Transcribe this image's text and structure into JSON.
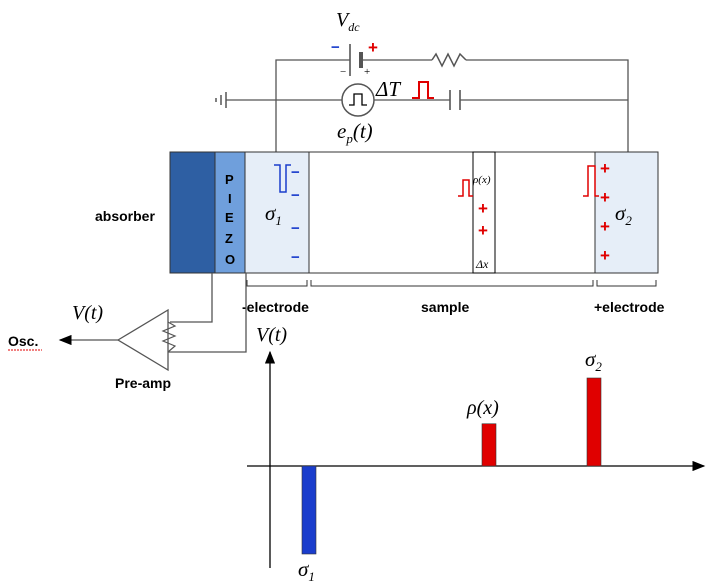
{
  "labels": {
    "vdc": "V",
    "vdc_sub": "dc",
    "delta_t": "ΔT",
    "ep": "e",
    "ep_sub": "p",
    "ep_arg": "(t)",
    "absorber": "absorber",
    "piezo_letters": [
      "P",
      "I",
      "E",
      "Z",
      "O"
    ],
    "sigma1": "σ",
    "sigma1_sub": "1",
    "sigma2": "σ",
    "sigma2_sub": "2",
    "rho_small": "ρ(x)",
    "delta_x": "Δx",
    "neg_electrode": "-electrode",
    "sample": "sample",
    "pos_electrode": "+electrode",
    "vt_amp": "V(t)",
    "osc": "Osc.",
    "preamp": "Pre-amp",
    "vt_axis": "V(t)",
    "rho_bar": "ρ(x)",
    "sigma2_bar": "σ",
    "sigma2_bar_sub": "2",
    "sigma1_bar": "σ",
    "sigma1_bar_sub": "1"
  },
  "polarity": {
    "battery_neg": "−",
    "battery_pos": "+",
    "battery_small_neg": "−",
    "battery_small_pos": "+",
    "minus_sign": "−",
    "plus_sign": "+"
  },
  "colors": {
    "absorber": "#2e5fa3",
    "piezo": "#6f9fdc",
    "electrode_fill": "#e6eef8",
    "negative": "#1a3dcc",
    "positive": "#e00000",
    "line": "#555555"
  },
  "signal_plot": {
    "baseline": 0,
    "bars": [
      {
        "label": "σ1",
        "value": -1.0,
        "color": "#1a3dcc"
      },
      {
        "label": "ρ(x)",
        "value": 0.48,
        "color": "#e00000"
      },
      {
        "label": "σ2",
        "value": 1.0,
        "color": "#e00000"
      }
    ]
  }
}
